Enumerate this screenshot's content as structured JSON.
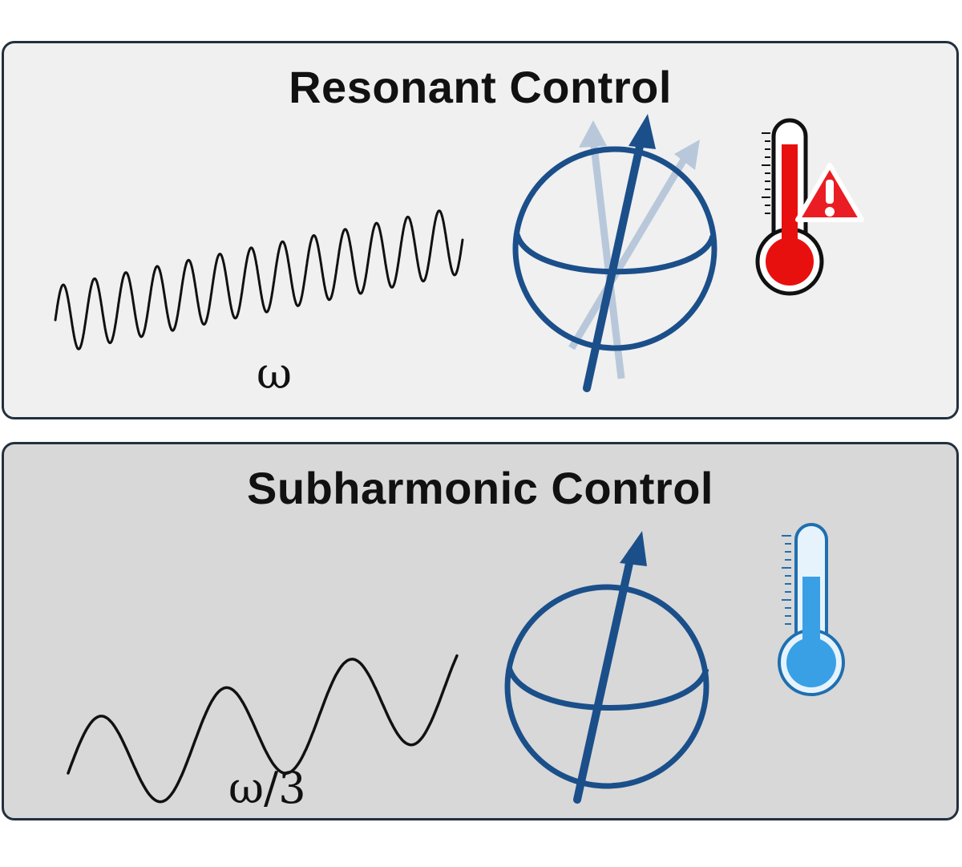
{
  "panels": [
    {
      "title": "Resonant Control",
      "frequency_label": "ω",
      "temperature_state": "hot",
      "thermometer_color": "#e8100f",
      "warning_color": "#ea1d24",
      "icons": [
        "sine-wave-icon",
        "bloch-sphere-icon",
        "thermometer-hot-icon",
        "warning-icon"
      ]
    },
    {
      "title": "Subharmonic Control",
      "frequency_label": "ω/3",
      "temperature_state": "cold",
      "thermometer_color": "#3aa0e6",
      "icons": [
        "sine-wave-icon",
        "bloch-sphere-icon",
        "thermometer-cold-icon"
      ]
    }
  ],
  "colors": {
    "spin_vector": "#1b4f8a",
    "faded_vector": "#b8c8da",
    "panel_border": "#22303f",
    "top_panel_bg": "#f0f0f0",
    "bottom_panel_bg": "#d8d8d8"
  }
}
